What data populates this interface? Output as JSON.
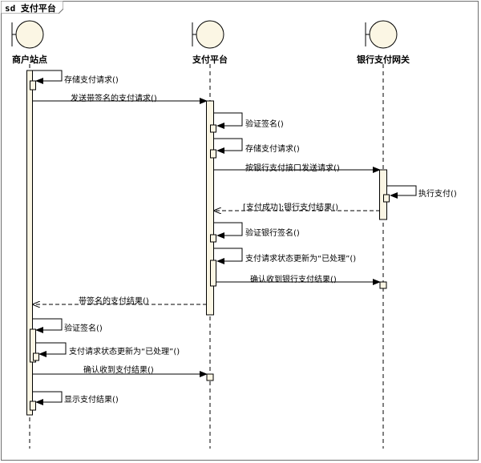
{
  "frame": {
    "label": "sd 支付平台"
  },
  "lifelines": [
    {
      "id": "merchant",
      "name": "商户站点"
    },
    {
      "id": "platform",
      "name": "支付平台"
    },
    {
      "id": "bank",
      "name": "银行支付网关"
    }
  ],
  "messages": [
    {
      "id": "m1",
      "from": "merchant",
      "to": "merchant",
      "label": "存储支付请求()",
      "kind": "self"
    },
    {
      "id": "m2",
      "from": "merchant",
      "to": "platform",
      "label": "发送带签名的支付请求()",
      "kind": "call"
    },
    {
      "id": "m3",
      "from": "platform",
      "to": "platform",
      "label": "验证签名()",
      "kind": "self"
    },
    {
      "id": "m4",
      "from": "platform",
      "to": "platform",
      "label": "存储支付请求()",
      "kind": "self"
    },
    {
      "id": "m5",
      "from": "platform",
      "to": "bank",
      "label": "按银行支付接口发送请求()",
      "kind": "call"
    },
    {
      "id": "m6",
      "from": "bank",
      "to": "bank",
      "label": "执行支付()",
      "kind": "self"
    },
    {
      "id": "m7",
      "from": "bank",
      "to": "platform",
      "label": "[支付成功]:银行支付结果()",
      "kind": "return"
    },
    {
      "id": "m8",
      "from": "platform",
      "to": "platform",
      "label": "验证银行签名()",
      "kind": "self"
    },
    {
      "id": "m9",
      "from": "platform",
      "to": "platform",
      "label": "支付请求状态更新为“已处理”()",
      "kind": "self"
    },
    {
      "id": "m10",
      "from": "platform",
      "to": "bank",
      "label": "确认收到银行支付结果()",
      "kind": "call"
    },
    {
      "id": "m11",
      "from": "platform",
      "to": "merchant",
      "label": "带签名的支付结果()",
      "kind": "return"
    },
    {
      "id": "m12",
      "from": "merchant",
      "to": "merchant",
      "label": "验证签名()",
      "kind": "self"
    },
    {
      "id": "m13",
      "from": "merchant",
      "to": "merchant",
      "label": "支付请求状态更新为“已处理”()",
      "kind": "self"
    },
    {
      "id": "m14",
      "from": "merchant",
      "to": "platform",
      "label": "确认收到支付结果()",
      "kind": "call"
    },
    {
      "id": "m15",
      "from": "merchant",
      "to": "merchant",
      "label": "显示支付结果()",
      "kind": "self"
    }
  ],
  "colors": {
    "activation": "#fbf6e4",
    "actor_fill": "#fbf6e4",
    "line": "#000000",
    "frame": "#6f6f6f"
  }
}
